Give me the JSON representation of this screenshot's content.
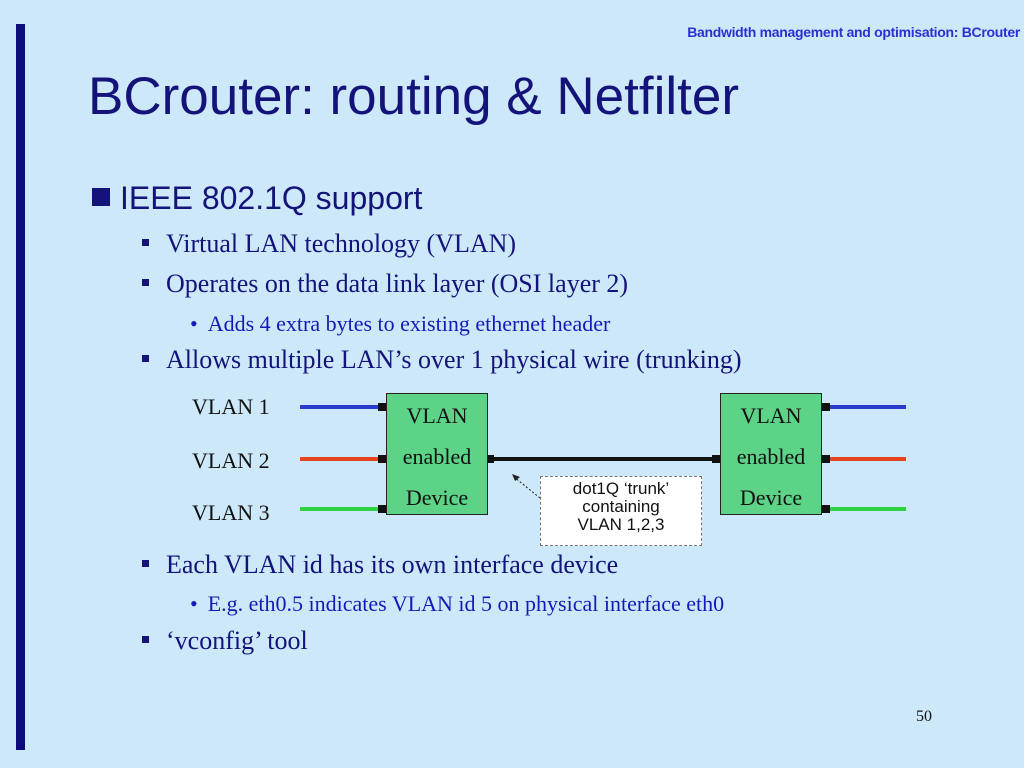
{
  "header": {
    "text": "Bandwidth management and optimisation: BCrouter"
  },
  "title": "BCrouter: routing & Netfilter",
  "bullets": {
    "main": "IEEE 802.1Q support",
    "b1": "Virtual LAN technology (VLAN)",
    "b2": "Operates on the data link layer (OSI layer 2)",
    "b2_sub": "Adds 4 extra bytes to existing ethernet header",
    "b3": "Allows multiple LAN’s over 1 physical wire (trunking)",
    "b4": "Each VLAN id has its own interface device",
    "b4_sub": "E.g. eth0.5 indicates VLAN id 5 on physical interface eth0",
    "b5": "‘vconfig’ tool"
  },
  "diagram": {
    "vlan_labels": [
      "VLAN 1",
      "VLAN 2",
      "VLAN 3"
    ],
    "device_left": [
      "VLAN",
      "enabled",
      "Device"
    ],
    "device_right": [
      "VLAN",
      "enabled",
      "Device"
    ],
    "trunk_lines": [
      "dot1Q ‘trunk’",
      "containing",
      "VLAN 1,2,3"
    ],
    "colors": {
      "vlan1": "#2b3bd0",
      "vlan2": "#e8431f",
      "vlan3": "#2ed13f",
      "device": "#5cd386"
    }
  },
  "page_number": "50"
}
